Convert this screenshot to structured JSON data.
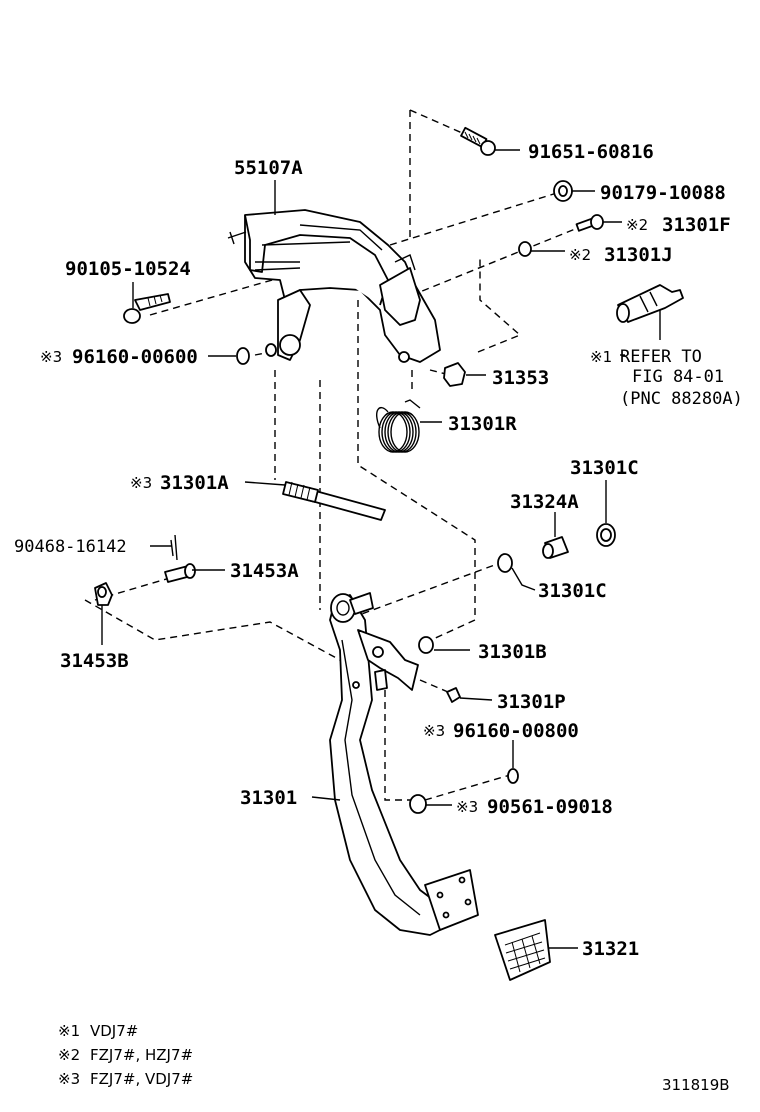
{
  "parts": {
    "bracket": "55107A",
    "bolt_top": "91651-60816",
    "nut_top": "90179-10088",
    "bolt_right": "31301F",
    "bushing_right": "31301J",
    "bolt_left": "90105-10524",
    "washer_left": "96160-00600",
    "switch_ref_1": "REFER TO",
    "switch_ref_2": "FIG 84-01",
    "switch_ref_3": "(PNC 88280A)",
    "cushion": "31353",
    "spring": "31301R",
    "rod": "31301A",
    "collar_top": "31301C",
    "collar_mid": "31324A",
    "collar_left": "31301C",
    "pin": "90468-16142",
    "clevis_pin": "31453A",
    "clevis": "31453B",
    "bushing_b": "31301B",
    "clip": "31301P",
    "washer_lower": "96160-00800",
    "nut_lower": "90561-09018",
    "pedal": "31301",
    "pad": "31321"
  },
  "marks": {
    "m1": "※1",
    "m2": "※2",
    "m3": "※3"
  },
  "notes": [
    {
      "mark": "※1",
      "text": "VDJ7#"
    },
    {
      "mark": "※2",
      "text": "FZJ7#, HZJ7#"
    },
    {
      "mark": "※3",
      "text": "FZJ7#, VDJ7#"
    }
  ],
  "figure_id": "311819B"
}
